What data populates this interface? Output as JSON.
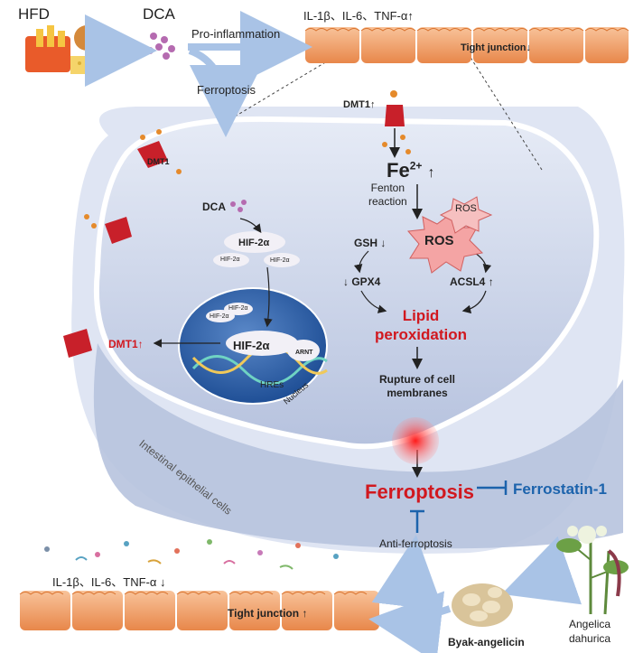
{
  "labels": {
    "hfd": "HFD",
    "dca_top": "DCA",
    "pro_inflammation": "Pro-inflammation",
    "ferroptosis_top": "Ferroptosis",
    "cytokines_top": "IL-1β、IL-6、TNF-α",
    "tight_junction_top": "Tight junction",
    "dmt1_top": "DMT1",
    "fe": "Fe",
    "fe_sup": "2+",
    "fenton_1": "Fenton",
    "fenton_2": "reaction",
    "gsh": "GSH",
    "ros_big": "ROS",
    "ros_small": "ROS",
    "gpx4": "GPX4",
    "acsl4": "ACSL4",
    "lipid_1": "Lipid",
    "lipid_2": "peroxidation",
    "rupture_1": "Rupture of cell",
    "rupture_2": "membranes",
    "ferroptosis_main": "Ferroptosis",
    "ferrostatin": "Ferrostatin-1",
    "anti_ferroptosis": "Anti-ferroptosis",
    "dmt1_membrane": "DMT1",
    "dca_inside": "DCA",
    "hif_main": "HIF-2α",
    "hif_small_1": "HIF-2α",
    "hif_small_2": "HIF-2α",
    "hif_small_3": "HIF-2α",
    "hif_small_4": "HIF-2α",
    "hif_nucleus": "HIF-2α",
    "arnt": "ARNT",
    "hres": "HREs",
    "nucleus": "Nucleus",
    "dmt1_red": "DMT1",
    "intestinal_cells": "Intestinal epithelial cells",
    "cytokines_bottom": "IL-1β、IL-6、TNF-α",
    "tight_junction_bottom": "Tight junction",
    "byak": "Byak-angelicin",
    "angelica_1": "Angelica",
    "angelica_2": "dahurica",
    "up": "↑",
    "down": "↓"
  },
  "colors": {
    "accent_red": "#d1181f",
    "inhibit_blue": "#1c63ac",
    "epithelium": "#f3a772",
    "cell_fill": "#d6dcef",
    "arrow_lightblue": "#a9c3e6",
    "dmt1": "#c8202a"
  }
}
